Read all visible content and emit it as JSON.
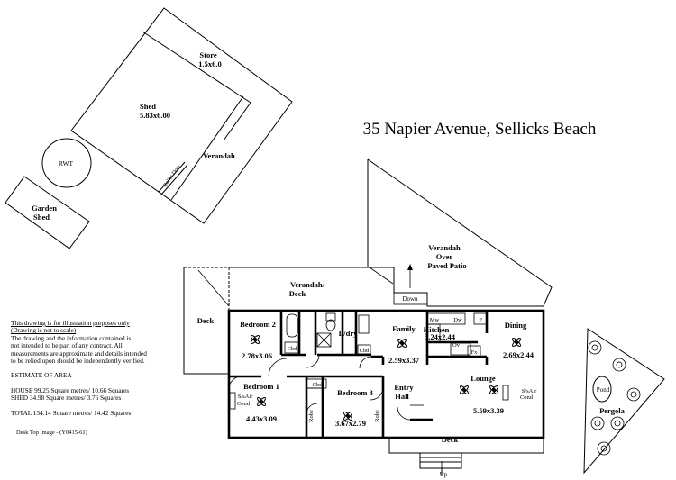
{
  "title": "35 Napier Avenue, Sellicks Beach",
  "rooms": {
    "store": "Store",
    "store_dim": "1.5x6.0",
    "shed": "Shed",
    "shed_dim": "5.83x6.00",
    "verandah_shed": "Verandah",
    "roller_door": "Roller Door",
    "rwt": "RWT",
    "garden_shed_1": "Garden",
    "garden_shed_2": "Shed",
    "verandah_patio_1": "Verandah",
    "verandah_patio_2": "Over",
    "verandah_patio_3": "Paved Patio",
    "down": "Down",
    "verandah_deck_1": "Verandah/",
    "verandah_deck_2": "Deck",
    "deck_left": "Deck",
    "bedroom2": "Bedroom 2",
    "bedroom2_dim": "2.78x3.06",
    "cbd1": "Cbd",
    "ldry": "L/dry",
    "cbd2": "Cbd",
    "family": "Family",
    "family_dim": "2.59x3.37",
    "mw": "Mw",
    "dw": "Dw",
    "p": "P",
    "kitchen": "Kitchen",
    "kitchen_dim": "3.24x2.44",
    "ov": "Ov",
    "fx": "Fx",
    "dining": "Dining",
    "dining_dim": "2.69x2.44",
    "bedroom1": "Bedroom 1",
    "sair1_1": "S/sAir",
    "sair1_2": "Cond",
    "bedroom1_dim": "4.43x3.09",
    "cbd3": "Cbd",
    "robe1": "Robe",
    "robe2": "Robe",
    "bedroom3": "Bedroom 3",
    "bedroom3_dim": "3.67x2.79",
    "entry": "Entry",
    "hall": "Hall",
    "lounge": "Lounge",
    "sair2_1": "S/sAir",
    "sair2_2": "Cond",
    "lounge_dim": "5.59x3.39",
    "deck_bottom": "Deck",
    "up": "Up",
    "pond": "Pond",
    "pergola": "Pergola"
  },
  "notes": {
    "line1": "This drawing is for illustration purposes only",
    "line2": "(Drawing is not to scale)",
    "line3": "The drawing and the information contained is",
    "line4": "not intended to be part of any contract.  All",
    "line5": "measurements are approximate and details intended",
    "line6": "to be relied upon should be independently verified.",
    "estimate_heading": "ESTIMATE OF AREA",
    "house": "HOUSE   99.25 Square metres/  10.66 Squares",
    "shed": "SHED  34.98 Square metres/   3.76 Squares",
    "total": "TOTAL   134.14 Square metres/ 14.42  Squares"
  },
  "credit": "Desk Top Image - (Y0415-61)",
  "colors": {
    "line": "#000000",
    "background": "#ffffff"
  }
}
